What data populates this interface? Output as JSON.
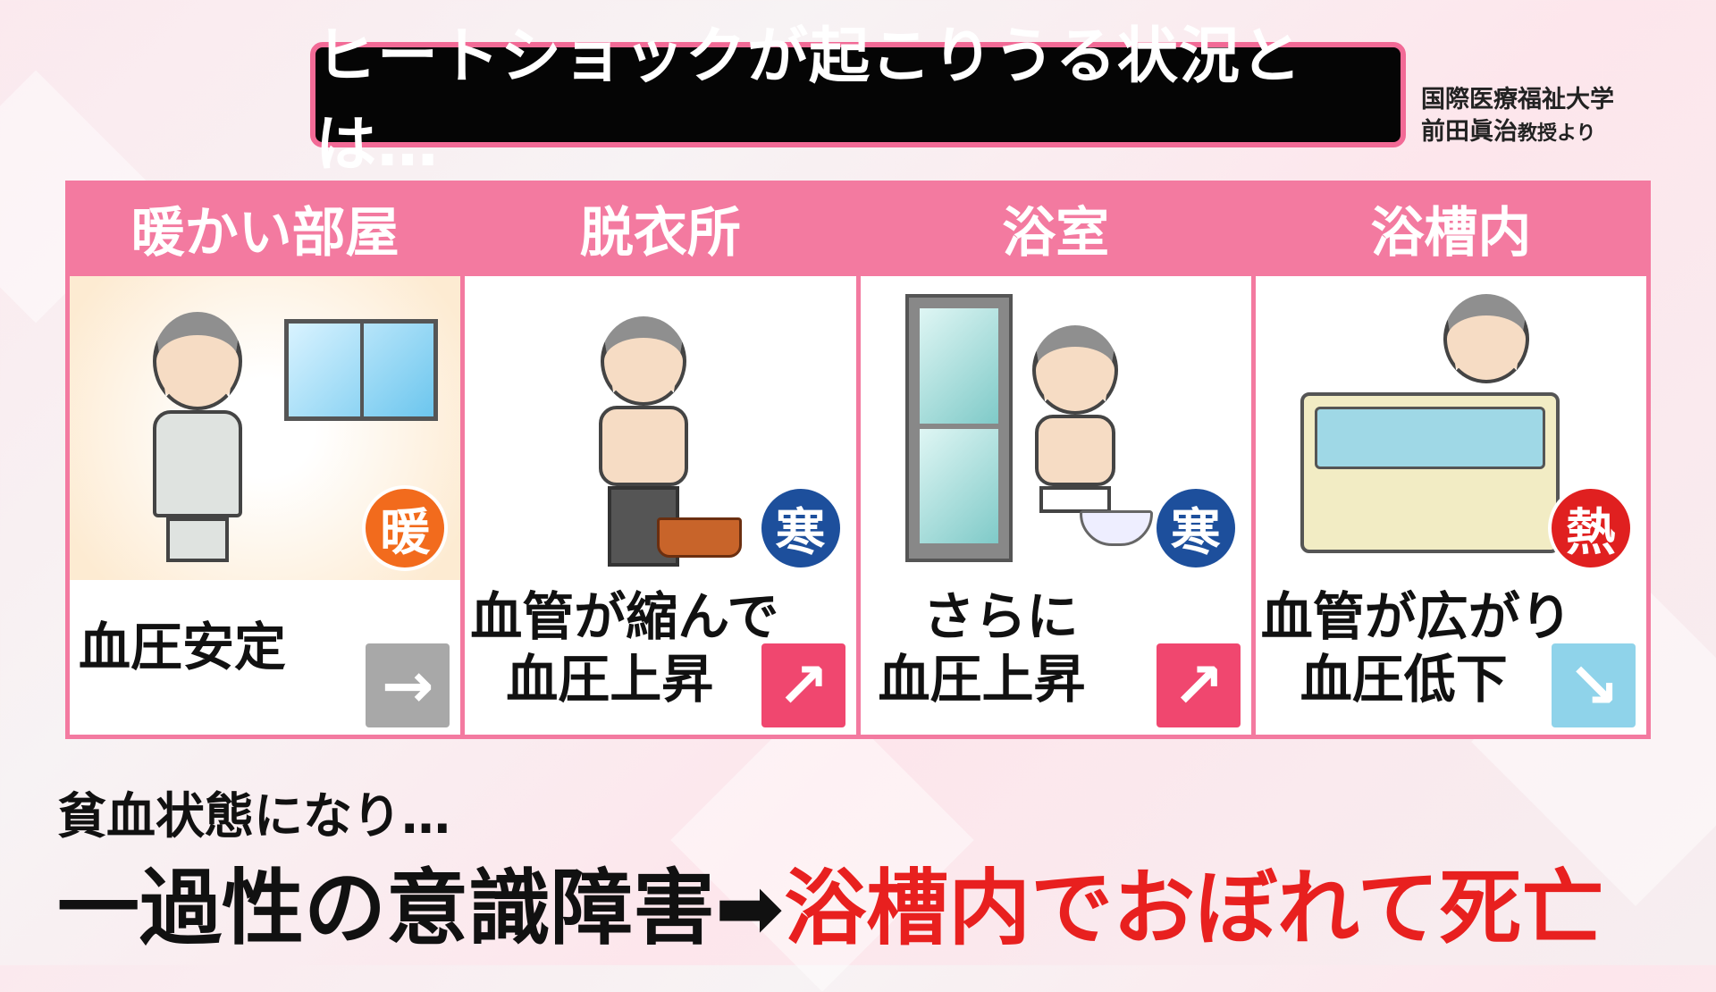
{
  "title": "ヒートショックが起こりうる状況とは…",
  "attribution": {
    "line1": "国際医療福祉大学",
    "line2_name": "前田眞治",
    "line2_suffix": "教授より"
  },
  "columns": [
    {
      "header": "暖かい部屋",
      "badge": "暖",
      "badge_color": "#f26b1d",
      "text": [
        "血圧安定"
      ],
      "arrow": "→",
      "arrow_color": "#a8a8a8",
      "arrow_icon": "arrow-right-icon"
    },
    {
      "header": "脱衣所",
      "badge": "寒",
      "badge_color": "#1d4f9c",
      "text": [
        "血管が縮んで",
        "血圧上昇"
      ],
      "arrow": "↗",
      "arrow_color": "#f0476f",
      "arrow_icon": "arrow-up-right-icon"
    },
    {
      "header": "浴室",
      "badge": "寒",
      "badge_color": "#1d4f9c",
      "text": [
        "さらに",
        "血圧上昇"
      ],
      "arrow": "↗",
      "arrow_color": "#f0476f",
      "arrow_icon": "arrow-up-right-icon"
    },
    {
      "header": "浴槽内",
      "badge": "熱",
      "badge_color": "#e02020",
      "text": [
        "血管が広がり",
        "血圧低下"
      ],
      "arrow": "↘",
      "arrow_color": "#8fd3ea",
      "arrow_icon": "arrow-down-right-icon"
    }
  ],
  "bottom": {
    "line1": "貧血状態になり…",
    "line2_black": "一過性の意識障害",
    "line2_arrow": "➡",
    "line2_red": "浴槽内でおぼれて死亡"
  }
}
